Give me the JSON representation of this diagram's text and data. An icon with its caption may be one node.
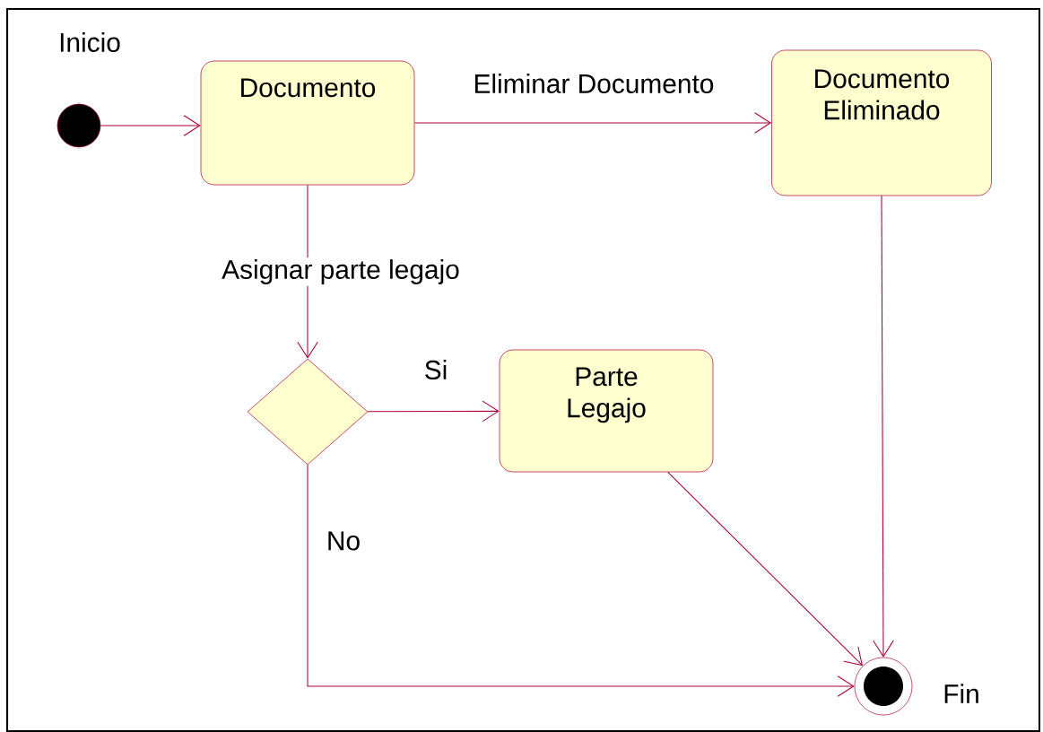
{
  "diagram": {
    "nodes": [
      {
        "text": [],
        "shape": "circle",
        "beside": [
          "Inicio"
        ]
      },
      {
        "text": [
          "Documento"
        ]
      },
      {
        "text": [
          "Documento Eliminado"
        ]
      },
      {
        "text": [],
        "shape": "diamond"
      },
      {
        "text": [
          "Parte Legajo"
        ]
      },
      {
        "text": [],
        "shape": "circle",
        "beside": [
          "Fin"
        ]
      }
    ],
    "edges": [
      {
        "from": 0,
        "to": 1,
        "arrow": "to"
      },
      {
        "from": 1,
        "to": 2,
        "arrow": "to",
        "label": "Eliminar Documento"
      },
      {
        "from": 1,
        "to": 3,
        "arrow": "to",
        "label": "Asignar parte legajo"
      },
      {
        "from": 3,
        "to": 4,
        "arrow": "to",
        "label": "Si"
      },
      {
        "from": 3,
        "to": 5,
        "arrow": "to",
        "label": "No"
      },
      {
        "from": 4,
        "to": 5,
        "arrow": "to"
      },
      {
        "from": 2,
        "to": 5,
        "arrow": "to"
      }
    ]
  }
}
